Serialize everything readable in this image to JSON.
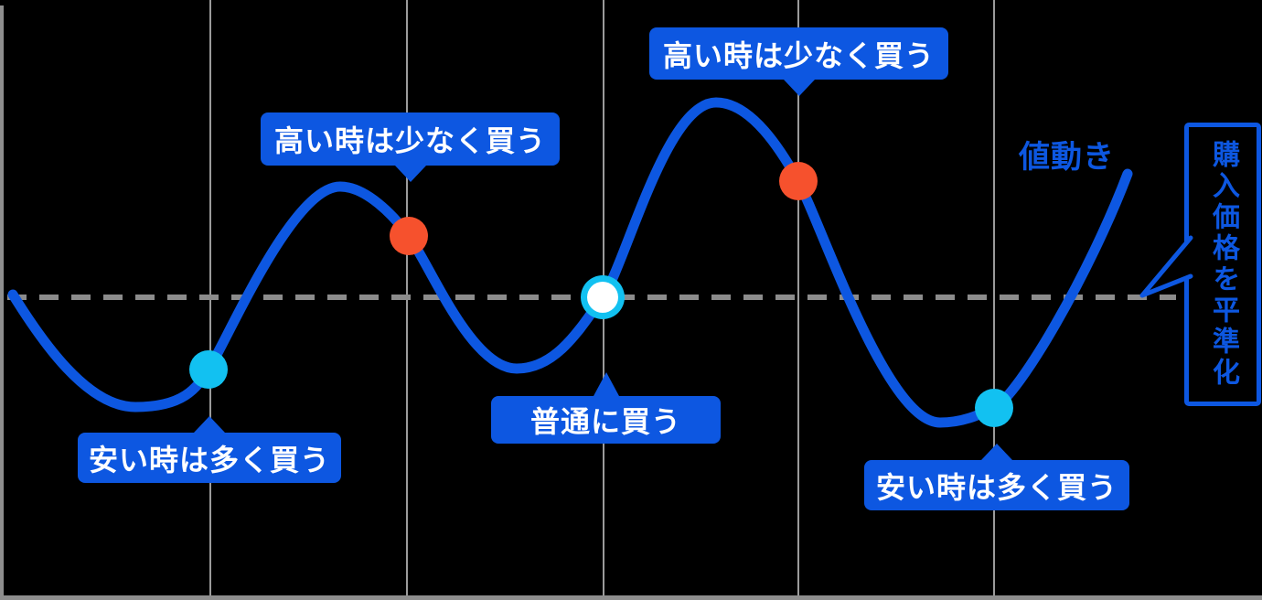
{
  "callouts": {
    "high_first": "高い時は少なく買う",
    "high_second": "高い時は少なく買う",
    "low_first": "安い時は多く買う",
    "low_second": "安い時は多く買う",
    "normal": "普通に買う"
  },
  "legend": {
    "price_movement_label": "値動き"
  },
  "note_box": {
    "text": "購入価格を平準化"
  },
  "colors": {
    "accent_blue": "#0D57E1",
    "curve_blue": "#0D57E1",
    "marker_high": "#F6512D",
    "marker_low": "#12C1F1",
    "marker_normal_ring": "#12C1F1",
    "marker_normal_fill": "#FFFFFF",
    "grid_gray": "#9B9B9B",
    "axis_gray": "#8E8E8E",
    "dash_gray": "#8C8C8C",
    "label_text": "#FFFFFF",
    "background": "#000000"
  }
}
